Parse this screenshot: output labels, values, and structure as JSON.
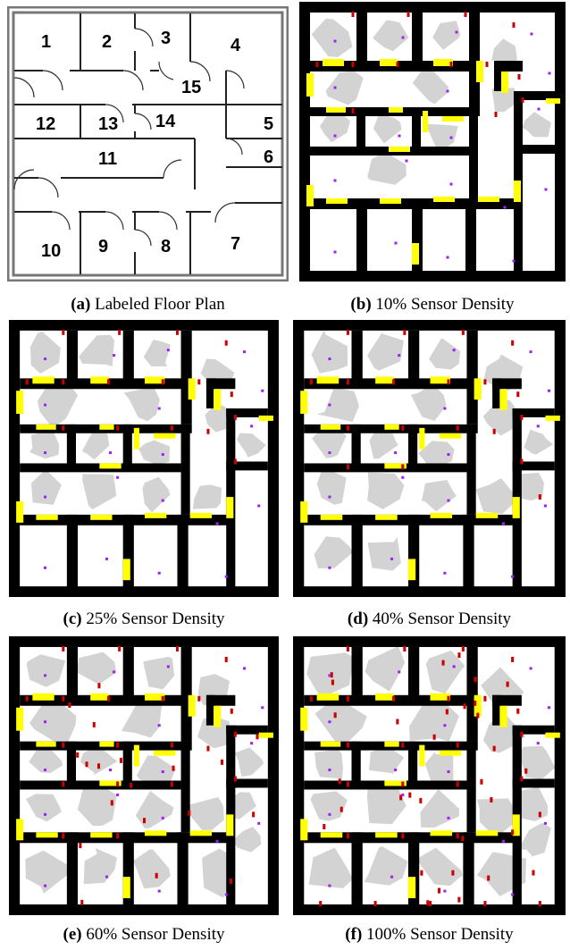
{
  "figure": {
    "panels": [
      {
        "id": "a",
        "letter": "(a)",
        "caption": "Labeled Floor Plan"
      },
      {
        "id": "b",
        "letter": "(b)",
        "caption": "10% Sensor Density",
        "density": 0.1
      },
      {
        "id": "c",
        "letter": "(c)",
        "caption": "25% Sensor Density",
        "density": 0.25
      },
      {
        "id": "d",
        "letter": "(d)",
        "caption": "40% Sensor Density",
        "density": 0.4
      },
      {
        "id": "e",
        "letter": "(e)",
        "caption": "60% Sensor Density",
        "density": 0.6
      },
      {
        "id": "f",
        "letter": "(f)",
        "caption": "100% Sensor Density",
        "density": 1.0
      }
    ],
    "room_labels": [
      "1",
      "2",
      "3",
      "4",
      "5",
      "6",
      "7",
      "8",
      "9",
      "10",
      "11",
      "12",
      "13",
      "14",
      "15"
    ],
    "colors": {
      "wall_plan": "#888888",
      "wall_sensor": "#000000",
      "door": "#ffff00",
      "coverage": "#d3d3d3",
      "sensor": "#cc0000",
      "target": "#a020f0"
    }
  }
}
